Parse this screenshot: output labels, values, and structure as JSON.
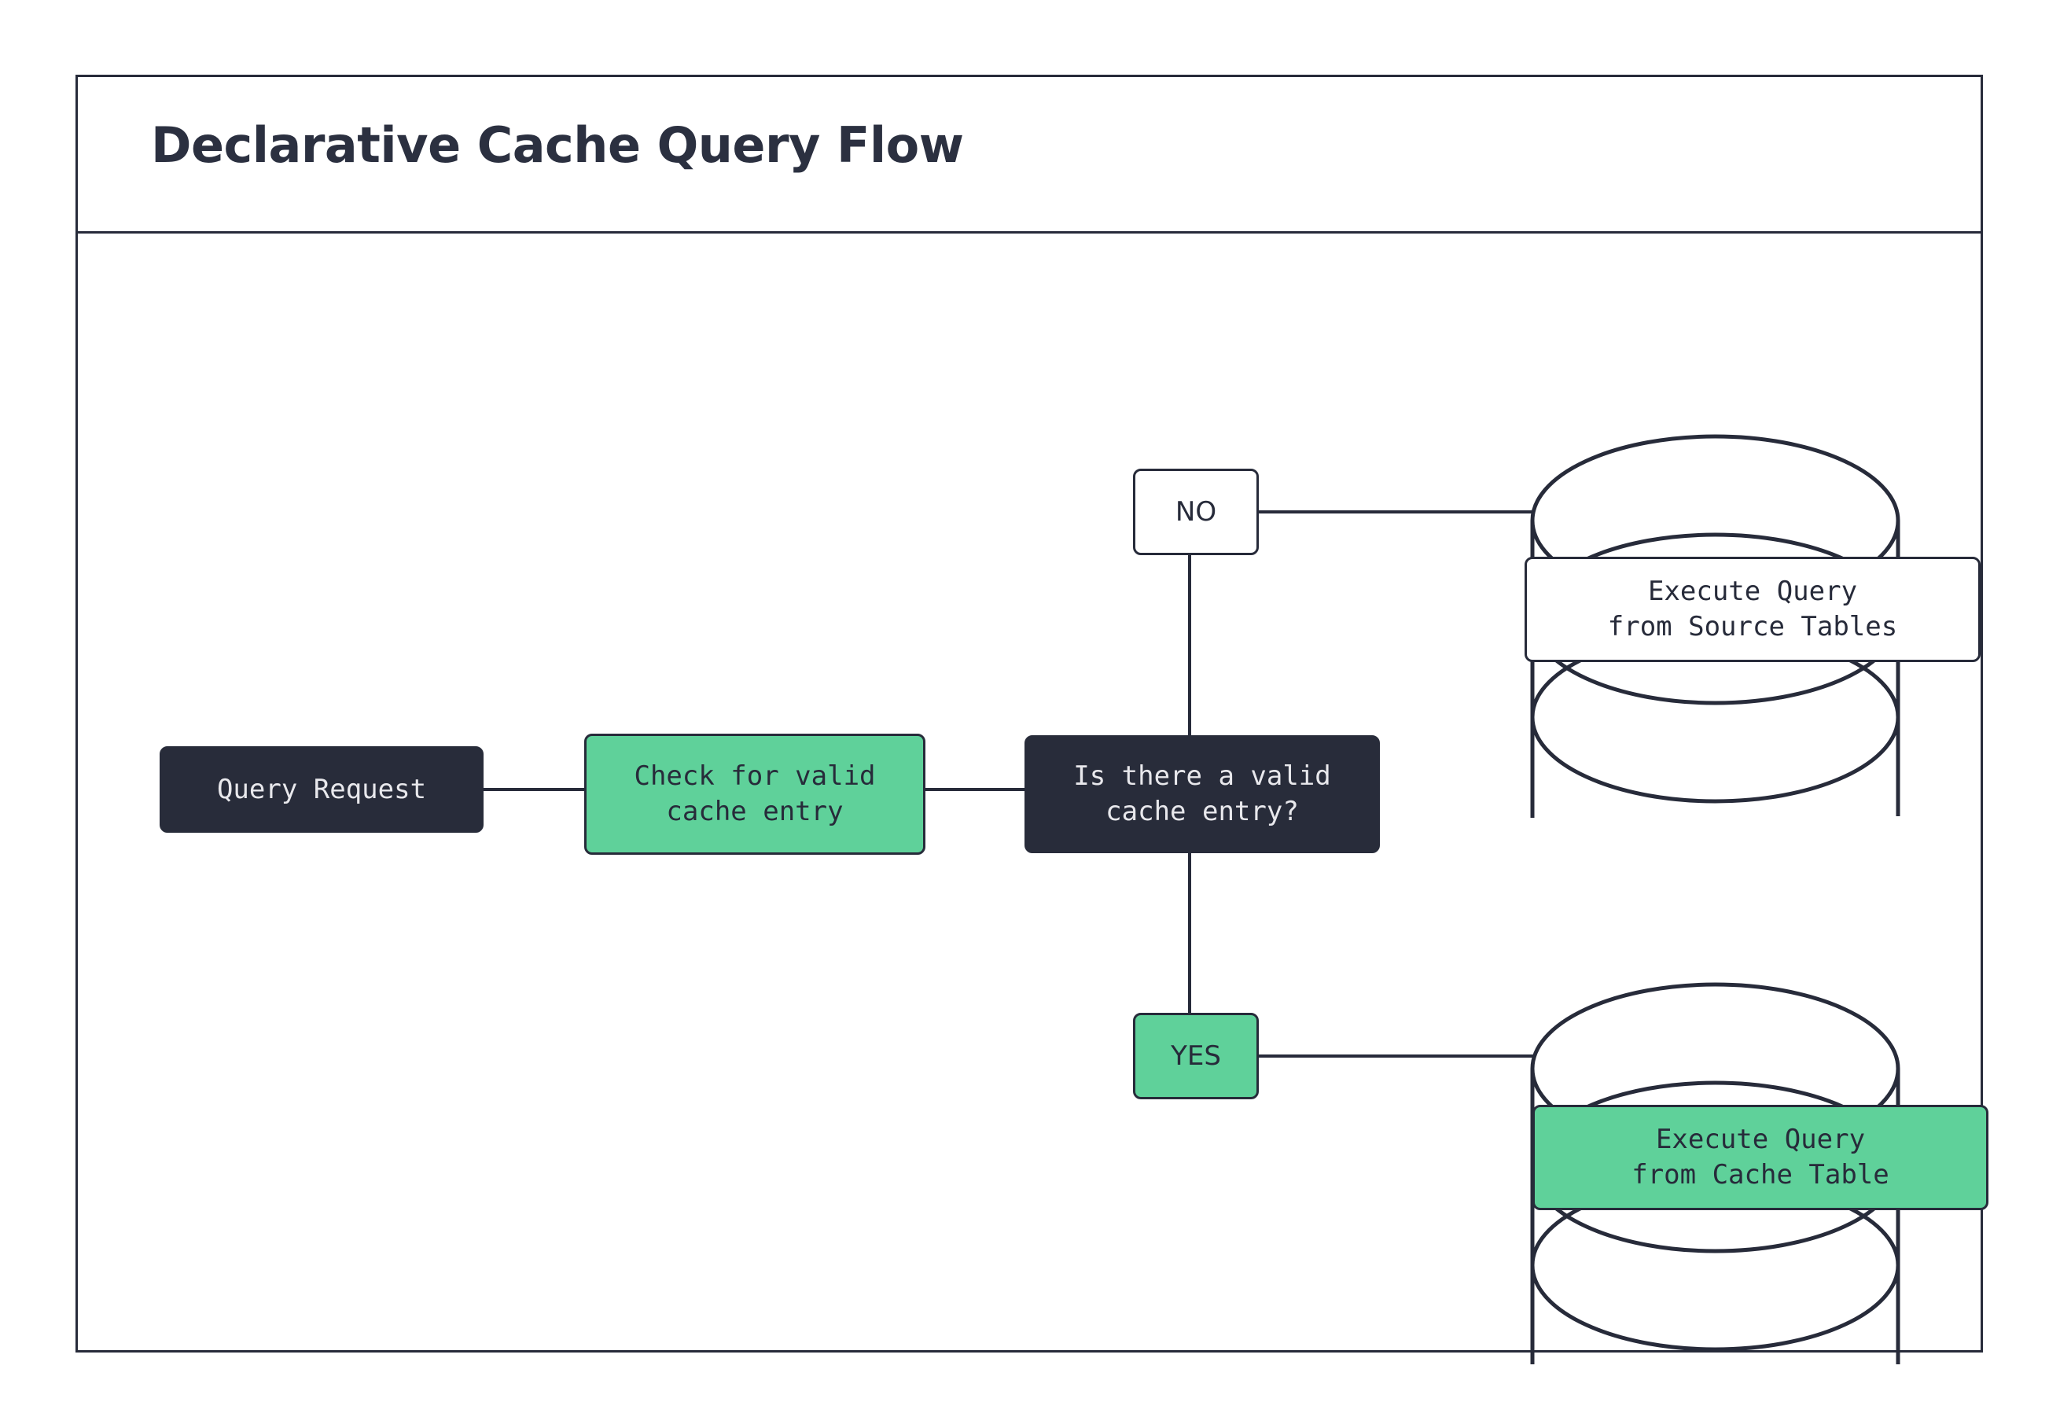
{
  "diagram": {
    "title": "Declarative Cache Query Flow",
    "colors": {
      "dark": "#282C3A",
      "green": "#5FD19A",
      "white": "#FFFFFF",
      "stroke": "#272B3A",
      "light_text": "#E8E8EC"
    },
    "nodes": {
      "query_request": "Query Request",
      "check_cache": "Check for valid\ncache entry",
      "decision": "Is there a valid\ncache entry?",
      "label_no": "NO",
      "label_yes": "YES",
      "exec_source": "Execute Query\nfrom Source Tables",
      "exec_cache": "Execute Query\nfrom Cache Table"
    },
    "databases": {
      "source_tables": "source-tables-database",
      "cache_table": "cache-table-database"
    },
    "edges": [
      {
        "from": "Query Request",
        "to": "Check for valid cache entry",
        "label": ""
      },
      {
        "from": "Check for valid cache entry",
        "to": "Is there a valid cache entry?",
        "label": ""
      },
      {
        "from": "Is there a valid cache entry?",
        "to": "Execute Query from Source Tables",
        "label": "NO"
      },
      {
        "from": "Is there a valid cache entry?",
        "to": "Execute Query from Cache Table",
        "label": "YES"
      }
    ]
  }
}
